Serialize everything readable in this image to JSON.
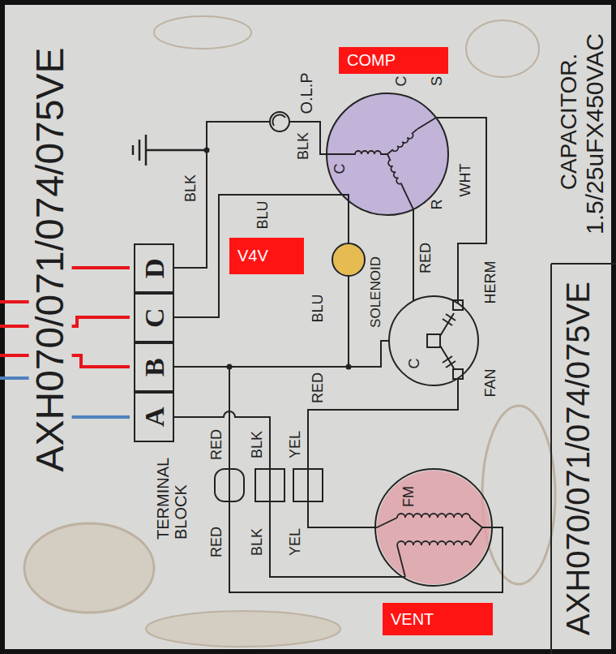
{
  "diagram": {
    "title": "AXH070/071/074/075VE",
    "nodes": [
      {
        "text": [
          "COMP"
        ]
      },
      {
        "text": [
          "V4V"
        ]
      },
      {
        "text": [
          "D"
        ]
      },
      {
        "text": [
          "C"
        ]
      },
      {
        "text": [
          "B"
        ]
      },
      {
        "text": [
          "A"
        ]
      },
      {
        "text": [
          "VENT"
        ]
      }
    ],
    "labels": [
      "O.L.P",
      "BLK",
      "C",
      "C",
      "S",
      "R",
      "BLK",
      "BLU",
      "SOLENOID",
      "BLU",
      "RED",
      "WHT",
      "HERM",
      "RED",
      "C",
      "FAN",
      "RED",
      "BLK",
      "YEL",
      "RED",
      "BLK",
      "YEL",
      "FM",
      "TERMINAL BLOCK",
      "CAPACITOR.",
      "1.5/25uFX450VAC",
      "AXH070/071/074/075VE"
    ]
  }
}
